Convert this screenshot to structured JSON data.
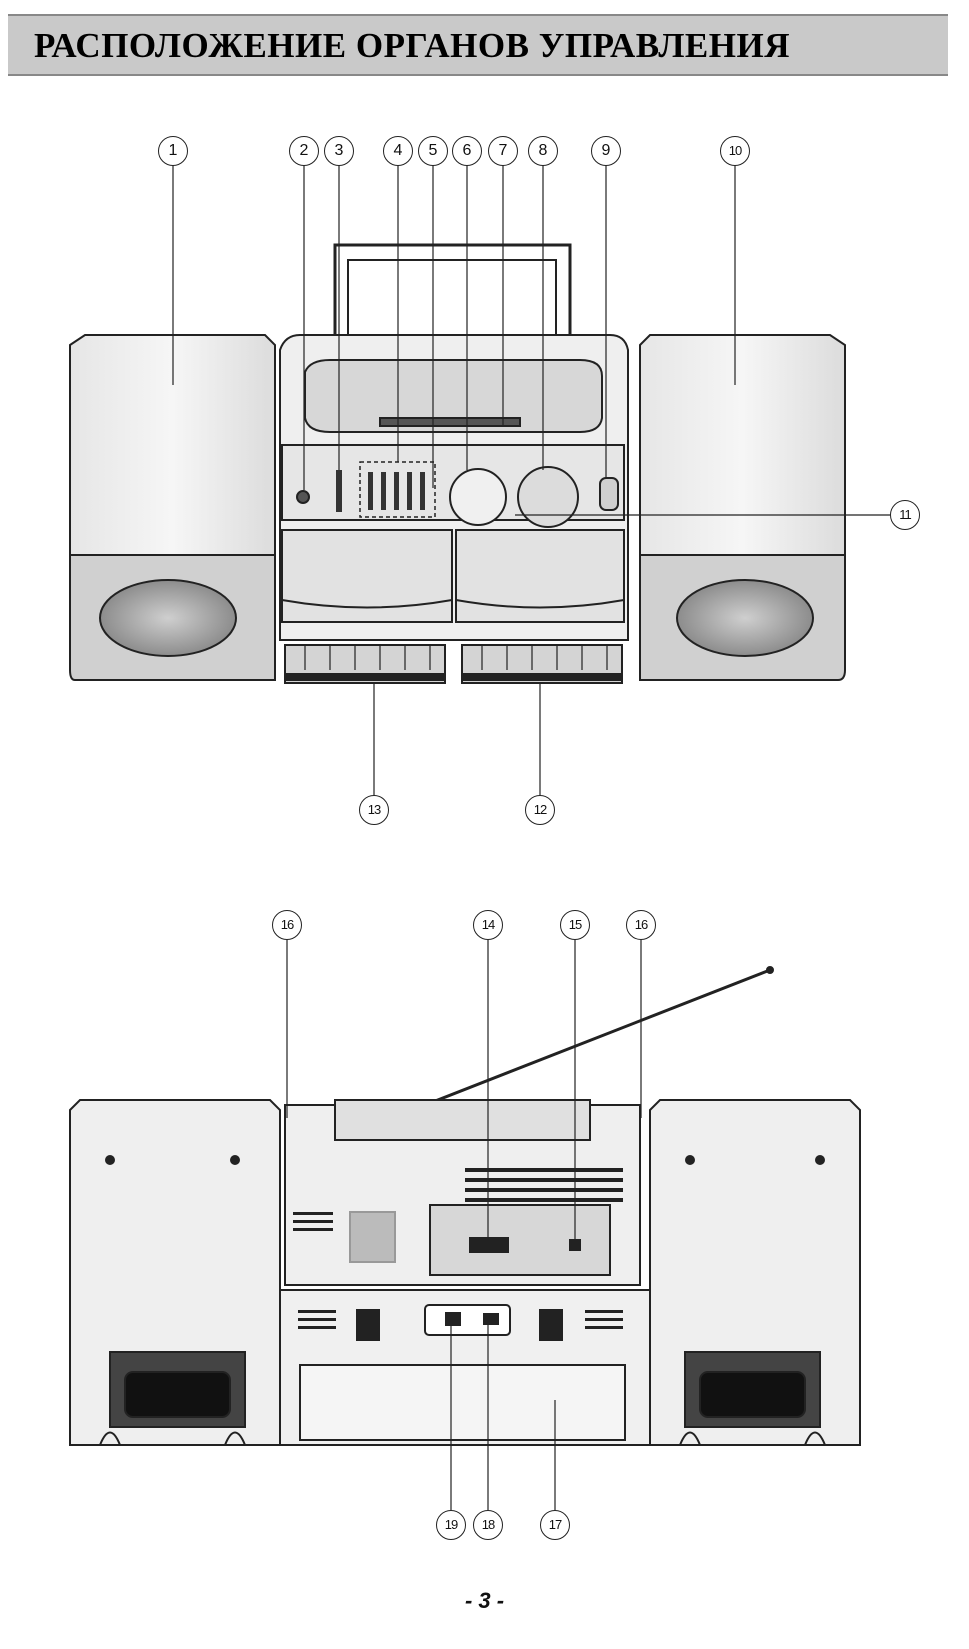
{
  "page": {
    "title": "РАСПОЛОЖЕНИЕ ОРГАНОВ УПРАВЛЕНИЯ",
    "page_number": "- 3 -"
  },
  "front_callouts": [
    "1",
    "2",
    "3",
    "4",
    "5",
    "6",
    "7",
    "8",
    "9",
    "10",
    "11",
    "12",
    "13"
  ],
  "rear_callouts": [
    "16",
    "14",
    "15",
    "16",
    "19",
    "18",
    "17"
  ]
}
